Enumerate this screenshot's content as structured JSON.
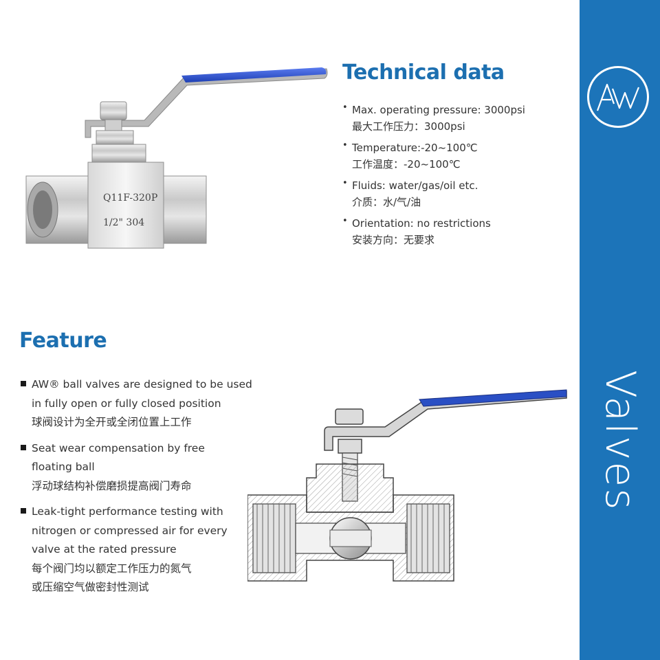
{
  "brand": {
    "logo_text": "AW",
    "vertical_title": "Valves"
  },
  "photo": {
    "marking_line1": "Q11F-320P",
    "marking_line2": "1/2\" 304"
  },
  "technical": {
    "title": "Technical data",
    "items": [
      {
        "en": "Max. operating pressure: 3000psi",
        "zh": "最大工作压力：3000psi"
      },
      {
        "en": "Temperature:-20~100℃",
        "zh": "工作温度：-20~100℃"
      },
      {
        "en": "Fluids: water/gas/oil etc.",
        "zh": "介质：水/气/油"
      },
      {
        "en": "Orientation: no restrictions",
        "zh": "安装方向：无要求"
      }
    ]
  },
  "feature": {
    "title": "Feature",
    "items": [
      {
        "lines": [
          "AW® ball valves are designed to be used",
          "in fully open or fully closed position",
          "球阀设计为全开或全闭位置上工作"
        ]
      },
      {
        "lines": [
          "Seat wear compensation by free",
          "floating ball",
          "浮动球结构补偿磨损提高阀门寿命"
        ]
      },
      {
        "lines": [
          "Leak-tight performance testing with",
          "nitrogen or compressed air for every",
          "valve at the rated pressure",
          "每个阀门均以额定工作压力的氮气",
          "或压缩空气做密封性测试"
        ]
      }
    ]
  },
  "colors": {
    "sidebar": "#1c74b9",
    "title": "#1c6fb0",
    "handle": "#2a4fc4"
  }
}
